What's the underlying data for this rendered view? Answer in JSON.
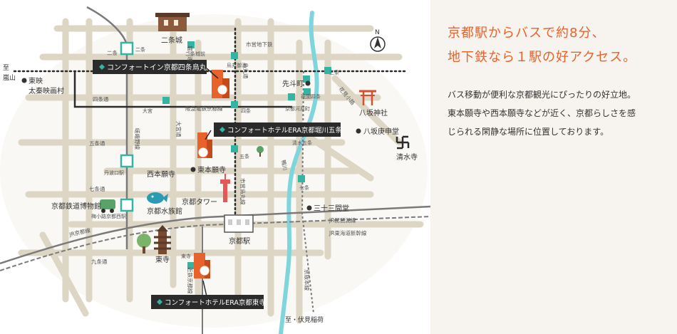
{
  "colors": {
    "road": "#ddd6c5",
    "river": "#7ed6dc",
    "rail": "#7a7a7a",
    "subway": "#2b2b2b",
    "station": "#35b3a3",
    "hotel_bar": "#2b2b2b",
    "hotel_text": "#ffffff",
    "accent": "#e8622c",
    "shrine": "#d6502c",
    "map_text": "#333333",
    "panel_bg": "#f7f4ef"
  },
  "headline": {
    "line1": "京都駅からバスで約8分、",
    "line2": "地下鉄なら１駅の好アクセス。"
  },
  "body": {
    "line1": "バス移動が便利な京都観光にぴったりの好立地。",
    "line2": "東本願寺や西本願寺などが近く、京都らしさを感",
    "line3": "じられる閑静な場所に位置しております。"
  },
  "map": {
    "north": "N",
    "hotels": {
      "shijo_karasuma": "コンフォートイン京都四条烏丸",
      "era_horikawa": "コンフォートホテルERA京都堀川五条",
      "era_toji": "コンフォートホテルERA京都東寺"
    },
    "landmarks": {
      "nijo_castle": "二条城",
      "toei": "東映",
      "toei2": "太秦映画村",
      "pontocho": "先斗町",
      "yasaka": "八坂神社",
      "yasaka_koshin": "八坂庚申堂",
      "kiyomizu": "清水寺",
      "nishi_honganji": "西本願寺",
      "higashi_honganji": "東本願寺",
      "kyoto_tower": "京都タワー",
      "sanjusangendo": "三十三間堂",
      "railway_museum": "京都鉄道博物館",
      "aquarium": "京都水族館",
      "kyoto_station": "京都駅",
      "toji": "東寺",
      "arashiyama1": "至",
      "arashiyama2": "嵐山",
      "fushimi": "至・伏見稲荷"
    },
    "streets": {
      "nijo": "二条",
      "nijo_ave": "二条通",
      "shijo": "四条通",
      "gojo": "五条通",
      "shichijo": "七条通",
      "kujo": "九条通",
      "horikawa": "堀川通",
      "karasuma": "烏丸通",
      "omiya": "大宮通",
      "saga": "嵯峨野線",
      "hanamikoji": "花見小路",
      "kamo": "鴨川",
      "karasuma_subway": "市営烏丸線",
      "tozai": "市営地下鉄",
      "hankyu": "阪急電鉄京都線",
      "jr_biwako": "JR琵琶湖線",
      "jr_shinkansen": "JR東海道新幹線",
      "jr_kyoto": "JR京都線",
      "kintetsu": "近鉄京都線",
      "keihan": "京阪本線"
    },
    "stations": {
      "nijo": "二条",
      "nijojo_mae": "二条城前",
      "karasuma_oike": "烏丸御池",
      "sanjo": "三条",
      "omiya": "大宮",
      "shijo": "四条",
      "kawaramachi": "京都河原町",
      "gion_shijo": "祇園四条",
      "gojo": "五条",
      "kiyomizu_gojo": "清水五条",
      "shichijo": "七条",
      "tanbaguchi": "丹波口駅",
      "umekoji": "梅小路京都西駅",
      "toji": "東寺"
    }
  }
}
